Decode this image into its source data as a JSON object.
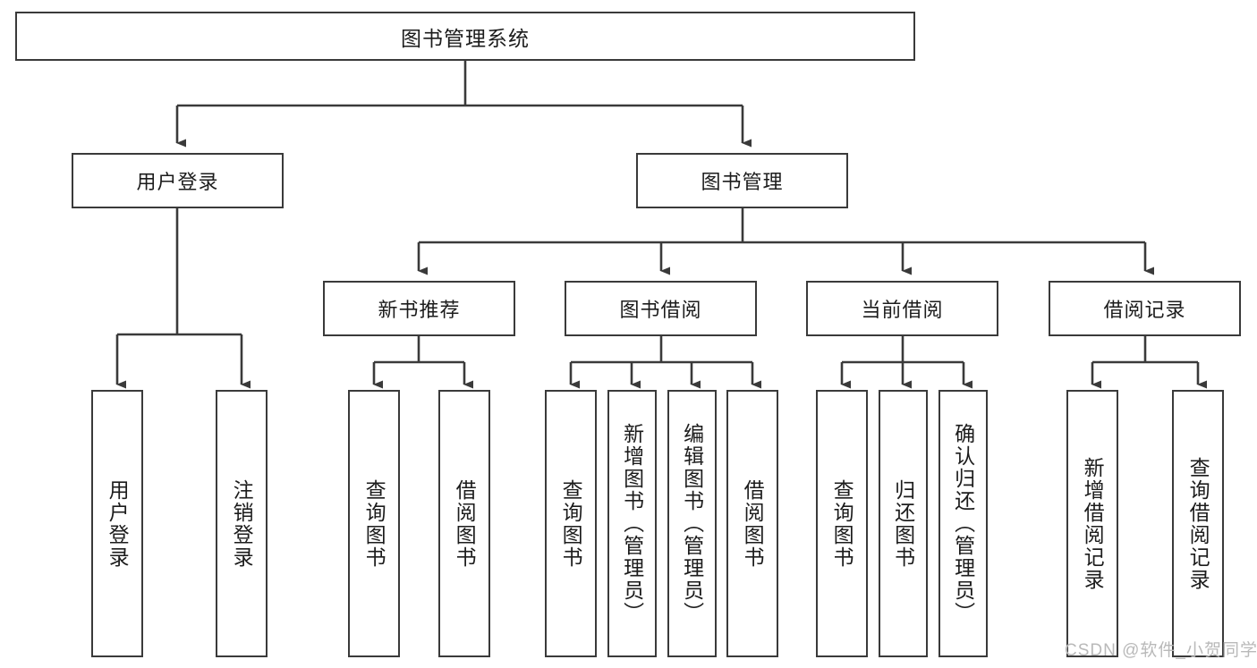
{
  "diagram": {
    "title": "图书管理系统",
    "type": "hierarchy-tree",
    "root": {
      "id": "root",
      "label": "图书管理系统",
      "orientation": "horizontal"
    },
    "level2": [
      {
        "id": "user-login",
        "label": "用户登录",
        "orientation": "horizontal"
      },
      {
        "id": "book-management",
        "label": "图书管理",
        "orientation": "horizontal"
      }
    ],
    "level3": [
      {
        "id": "new-book-recommend",
        "label": "新书推荐",
        "orientation": "horizontal",
        "parent": "book-management"
      },
      {
        "id": "book-borrow",
        "label": "图书借阅",
        "orientation": "horizontal",
        "parent": "book-management"
      },
      {
        "id": "current-borrow",
        "label": "当前借阅",
        "orientation": "horizontal",
        "parent": "book-management"
      },
      {
        "id": "borrow-record",
        "label": "借阅记录",
        "orientation": "horizontal",
        "parent": "book-management"
      }
    ],
    "leaves": [
      {
        "id": "leaf-user-login",
        "label": "用户登录",
        "parent": "user-login"
      },
      {
        "id": "leaf-logout-login",
        "label": "注销登录",
        "parent": "user-login"
      },
      {
        "id": "leaf-query-book-1",
        "label": "查询图书",
        "parent": "new-book-recommend"
      },
      {
        "id": "leaf-borrow-book-1",
        "label": "借阅图书",
        "parent": "new-book-recommend"
      },
      {
        "id": "leaf-query-book-2",
        "label": "查询图书",
        "parent": "book-borrow"
      },
      {
        "id": "leaf-add-book",
        "label": "新增图书（管理员）",
        "parent": "book-borrow"
      },
      {
        "id": "leaf-edit-book",
        "label": "编辑图书（管理员）",
        "parent": "book-borrow"
      },
      {
        "id": "leaf-borrow-book-2",
        "label": "借阅图书",
        "parent": "book-borrow"
      },
      {
        "id": "leaf-query-book-3",
        "label": "查询图书",
        "parent": "current-borrow"
      },
      {
        "id": "leaf-return-book",
        "label": "归还图书",
        "parent": "current-borrow"
      },
      {
        "id": "leaf-confirm-return",
        "label": "确认归还（管理员）",
        "parent": "current-borrow"
      },
      {
        "id": "leaf-add-record",
        "label": "新增借阅记录",
        "parent": "borrow-record"
      },
      {
        "id": "leaf-query-record",
        "label": "查询借阅记录",
        "parent": "borrow-record"
      }
    ],
    "watermark": "CSDN @软件_小贺同学",
    "colors": {
      "stroke": "#3a3a3a",
      "background": "#ffffff",
      "text": "#1c1c1c",
      "watermark": "#b9b9b9"
    }
  }
}
